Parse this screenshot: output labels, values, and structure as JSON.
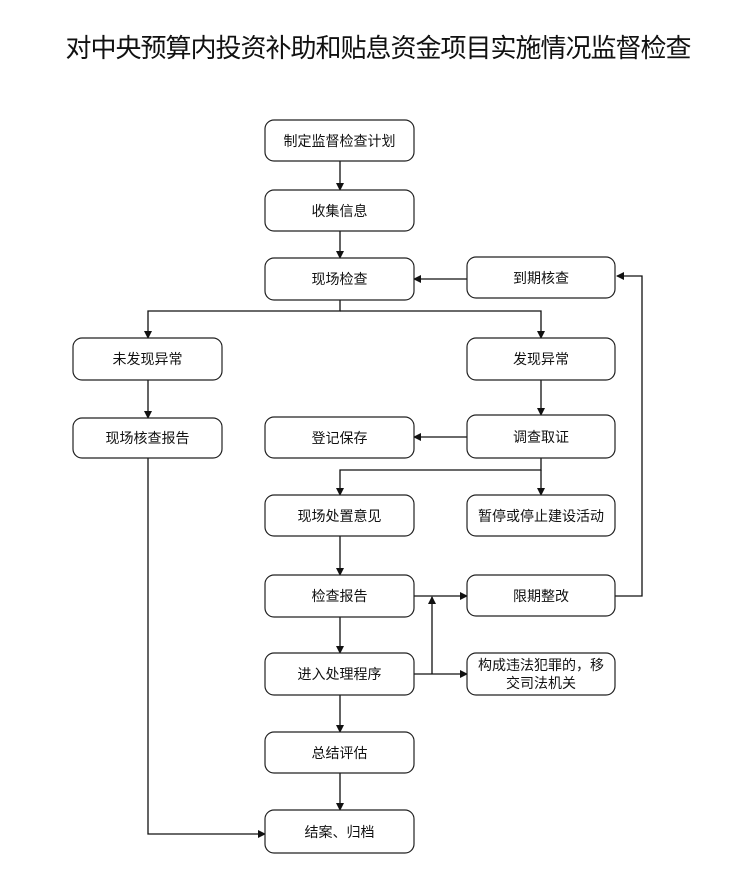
{
  "title": "对中央预算内投资补助和贴息资金项目实施情况监督检查",
  "nodes": {
    "plan": "制定监督检查计划",
    "collect": "收集信息",
    "inspect": "现场检查",
    "due": "到期核查",
    "no_abnormal": "未发现异常",
    "abnormal": "发现异常",
    "report_onsite": "现场核查报告",
    "register": "登记保存",
    "investigate": "调查取证",
    "opinion": "现场处置意见",
    "suspend": "暂停或停止建设活动",
    "check_report": "检查报告",
    "rectify": "限期整改",
    "process": "进入处理程序",
    "crime_line1": "构成违法犯罪的，移",
    "crime_line2": "交司法机关",
    "evaluate": "总结评估",
    "close": "结案、归档"
  }
}
